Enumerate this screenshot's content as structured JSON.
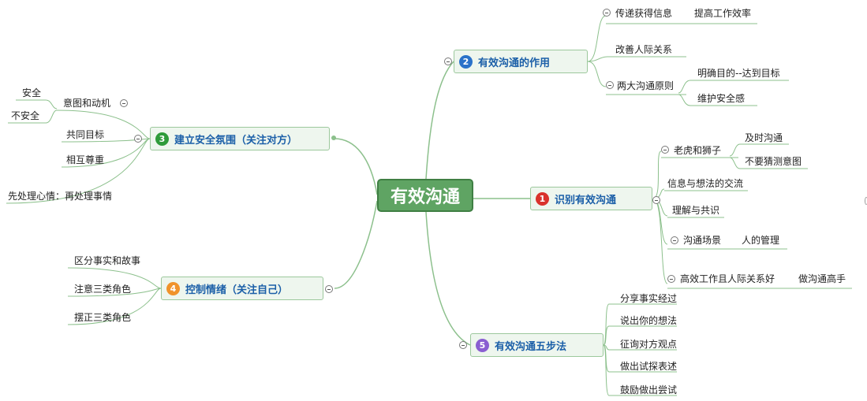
{
  "center": {
    "label": "有效沟通"
  },
  "colors": {
    "line": "#8cc08c",
    "b1": "#d9322c",
    "b2": "#2a72c9",
    "b3": "#2e9b3a",
    "b4": "#f0932b",
    "b5": "#8a5fd1"
  },
  "b1": {
    "num": "1",
    "label": "识别有效沟通",
    "items": {
      "tiger": "老虎和狮子",
      "tiger_a": "及时沟通",
      "tiger_b": "不要猜测意图",
      "exchange": "信息与想法的交流",
      "understand": "理解与共识",
      "scene": "沟通场景",
      "scene_a": "人的管理",
      "efficient": "高效工作且人际关系好",
      "efficient_a": "做沟通高手"
    }
  },
  "b2": {
    "num": "2",
    "label": "有效沟通的作用",
    "items": {
      "transfer": "传递获得信息",
      "transfer_a": "提高工作效率",
      "improve": "改善人际关系",
      "principle": "两大沟通原则",
      "principle_a": "明确目的--达到目标",
      "principle_b": "维护安全感"
    }
  },
  "b3": {
    "num": "3",
    "label": "建立安全氛围（关注对方）",
    "items": {
      "intent": "意图和动机",
      "safe": "安全",
      "unsafe": "不安全",
      "goal": "共同目标",
      "respect": "相互尊重",
      "empathy": "先处理心情：再处理事情"
    }
  },
  "b4": {
    "num": "4",
    "label": "控制情绪（关注自己）",
    "items": {
      "a": "区分事实和故事",
      "b": "注意三类角色",
      "c": "摆正三类角色"
    }
  },
  "b5": {
    "num": "5",
    "label": "有效沟通五步法",
    "items": {
      "a": "分享事实经过",
      "b": "说出你的想法",
      "c": "征询对方观点",
      "d": "做出试探表述",
      "e": "鼓励做出尝试"
    }
  }
}
